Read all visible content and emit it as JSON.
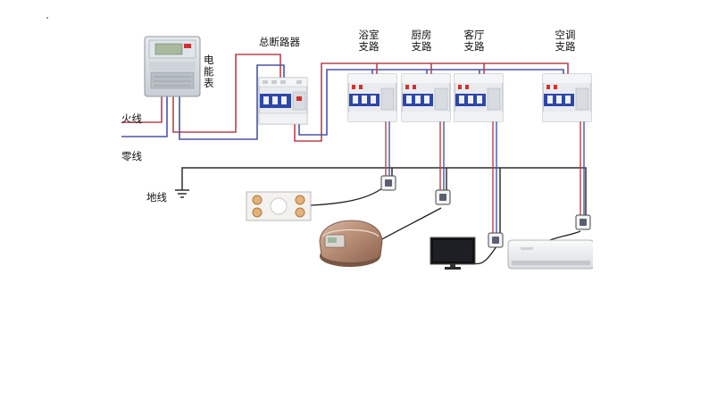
{
  "slide": {
    "labels": {
      "meter": "电能表",
      "main_breaker": "总断路器",
      "live_wire": "火线",
      "neutral_wire": "零线",
      "ground_wire": "地线",
      "branch_bathroom": "浴室支路",
      "branch_kitchen": "厨房支路",
      "branch_living": "客厅支路",
      "branch_ac": "空调支路"
    },
    "colors": {
      "live": "#b5434e",
      "neutral": "#4a55a6",
      "ground": "#2f2f2f",
      "breaker_blue": "#2f47a8",
      "red_accent": "#d0322b"
    },
    "appliances": [
      "bath-heater",
      "rice-cooker",
      "monitor",
      "air-conditioner"
    ]
  }
}
